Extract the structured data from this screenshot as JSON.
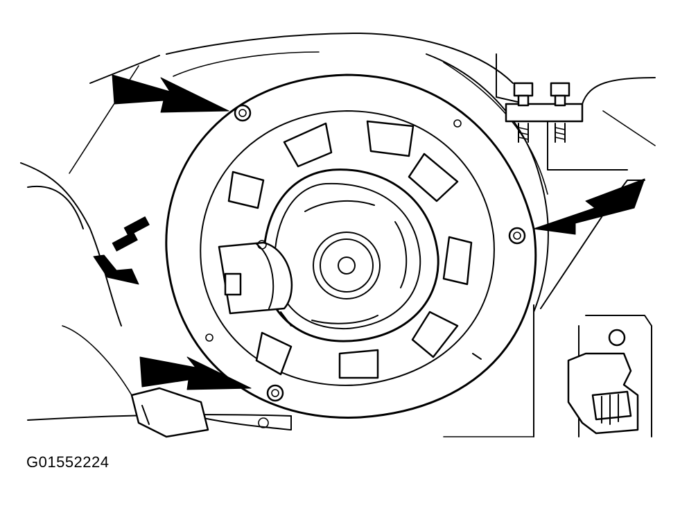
{
  "figure": {
    "id_label": "G01552224"
  },
  "callouts": {
    "arrow_color": "#000000",
    "targets": [
      "upper-left-screw",
      "right-screw",
      "lower-left-screw",
      "connector"
    ]
  },
  "components": [
    "blower-motor",
    "blower-wheel",
    "mounting-flange",
    "electrical-connector",
    "mounting-bolts",
    "resistor-connector"
  ]
}
